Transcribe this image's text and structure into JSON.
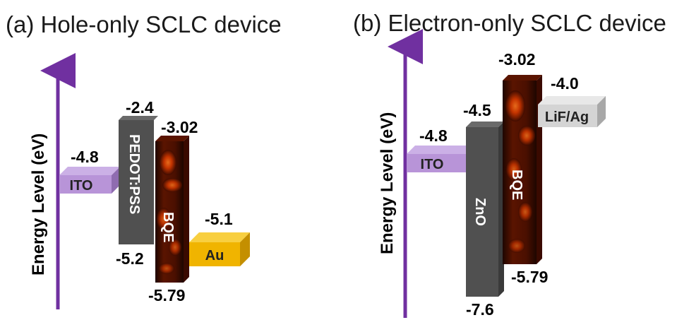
{
  "panel_a": {
    "title": "(a) Hole-only SCLC device",
    "axis_label": "Energy Level (eV)",
    "ito": {
      "label": "ITO",
      "value": "-4.8"
    },
    "pedot": {
      "label": "PEDOT:PSS",
      "top": "-2.4",
      "bottom": "-5.2"
    },
    "bqe": {
      "label": "BQE",
      "top": "-3.02",
      "bottom": "-5.79"
    },
    "au": {
      "label": "Au",
      "value": "-5.1"
    }
  },
  "panel_b": {
    "title": "(b) Electron-only SCLC device",
    "axis_label": "Energy Level (eV)",
    "ito": {
      "label": "ITO",
      "value": "-4.8"
    },
    "zno": {
      "label": "ZnO",
      "top": "-4.5",
      "bottom": "-7.6"
    },
    "bqe": {
      "label": "BQE",
      "top": "-3.02",
      "bottom": "-5.79"
    },
    "lif": {
      "label": "LiF/Ag",
      "value": "-4.0"
    }
  },
  "colors": {
    "axis": "#7030a0",
    "ito": "#b894d8",
    "ito_side": "#8f6cb0",
    "gray_block": "#505050",
    "gray_side": "#3a3a3a",
    "au": "#f0b400",
    "au_top": "#f8cf40",
    "au_side": "#c48f00",
    "lif": "#d4d4d4",
    "lif_top": "#e8e8e8",
    "lif_side": "#a8a8a8",
    "bqe_dark": "#2a0800",
    "bqe_mid": "#7a1a00",
    "bqe_hot": "#ff5a10"
  }
}
